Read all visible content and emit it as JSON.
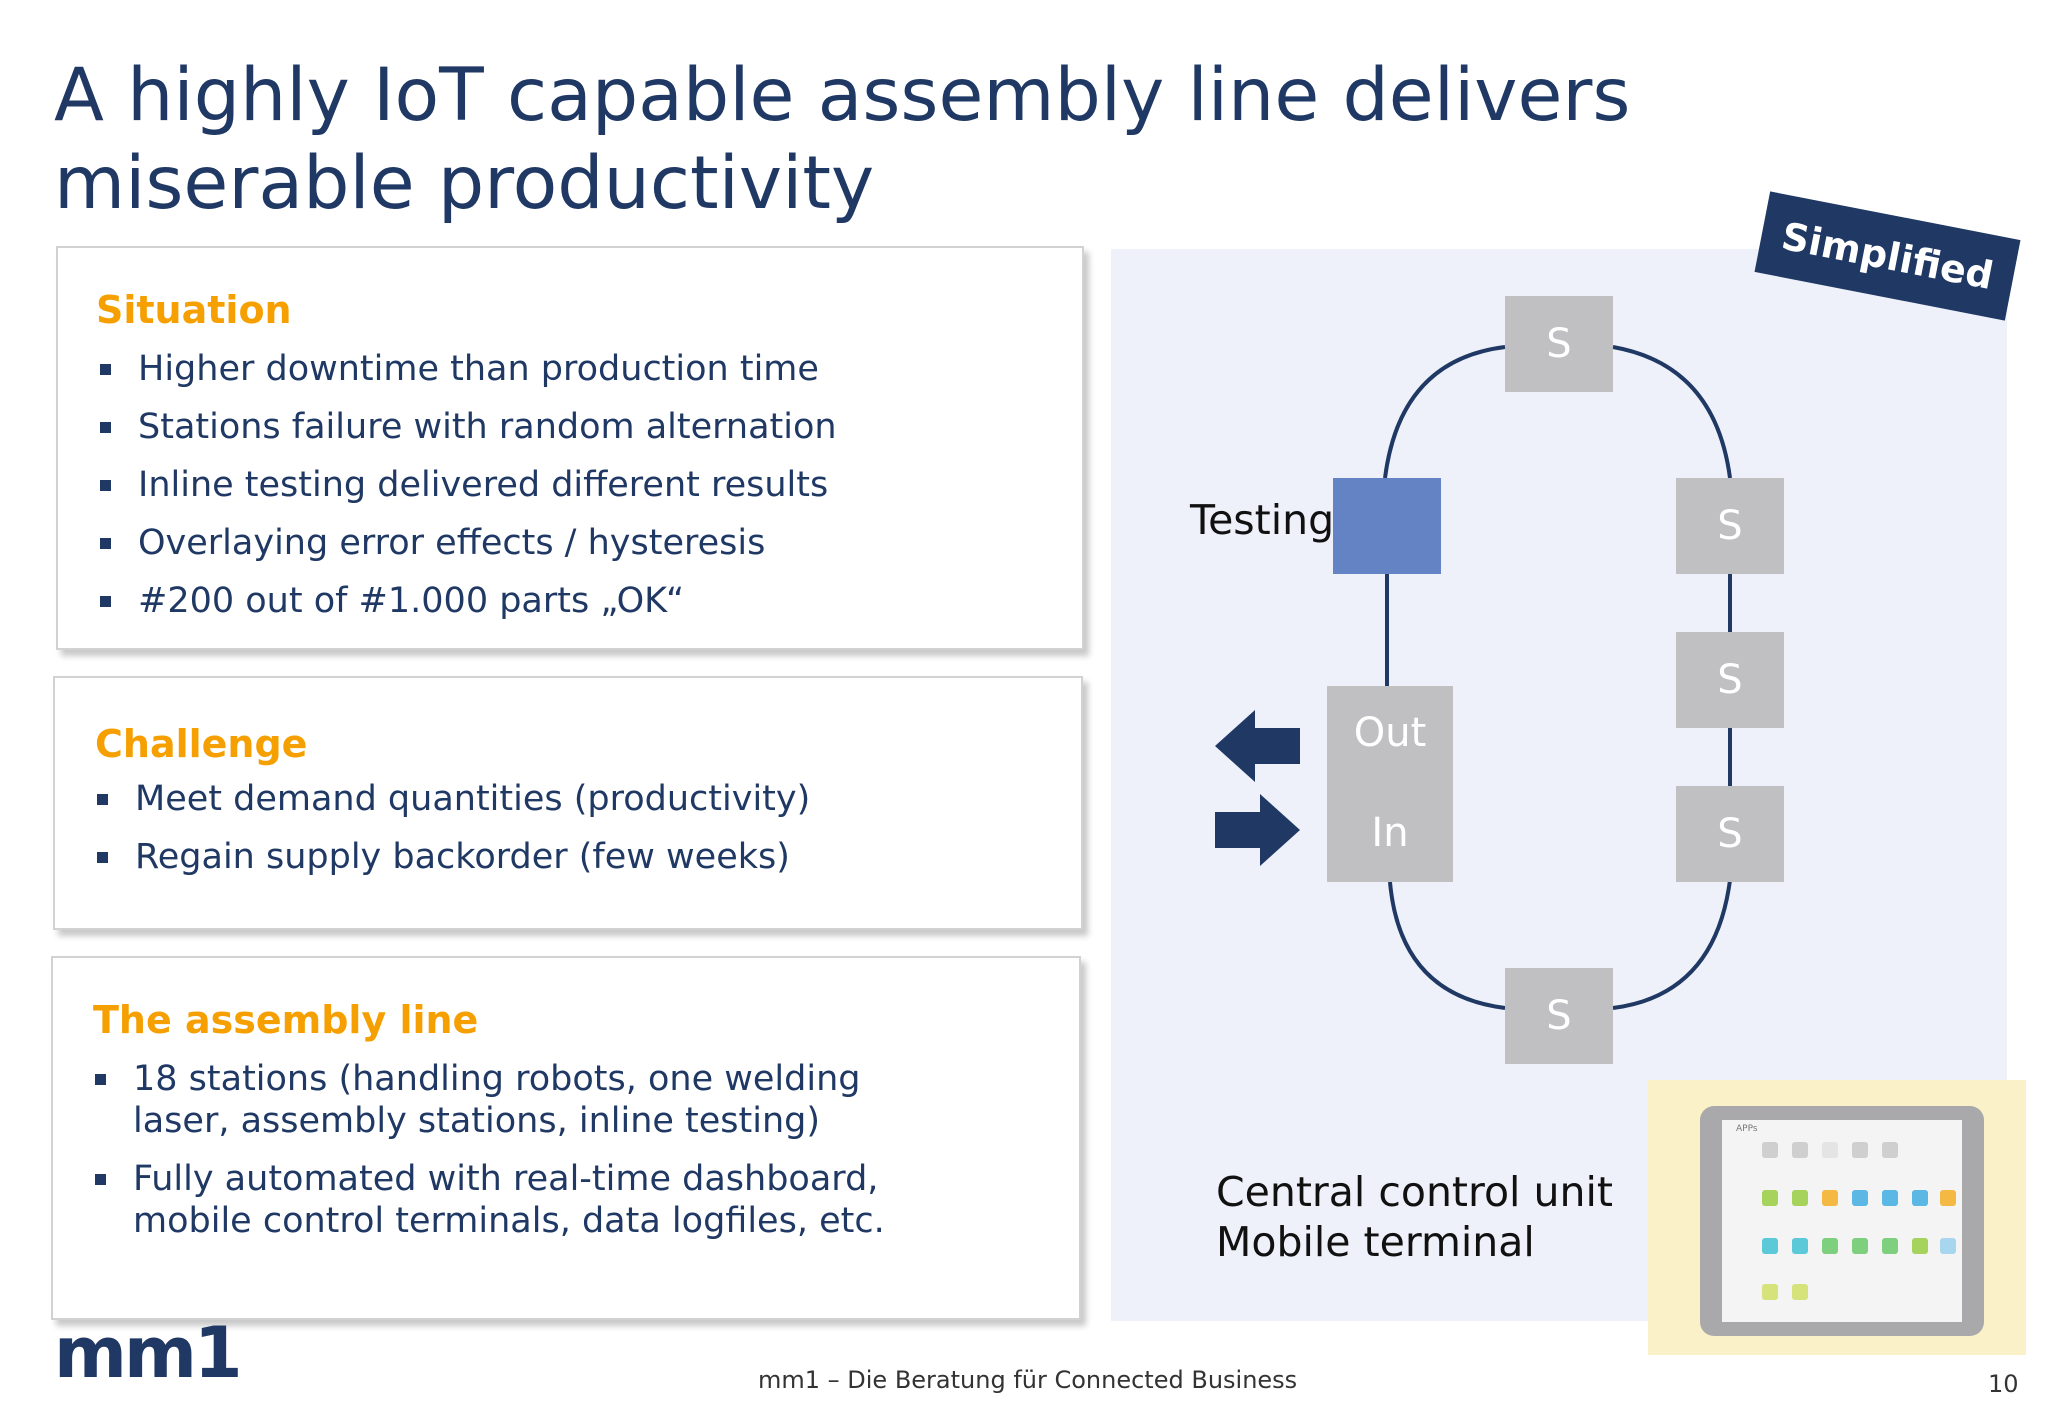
{
  "slide": {
    "title": "A highly IoT capable assembly line delivers miserable productivity"
  },
  "situation": {
    "heading": "Situation",
    "bullets": [
      "Higher downtime than production time",
      "Stations failure with random alternation",
      "Inline testing delivered different results",
      "Overlaying error effects / hysteresis",
      "#200 out of #1.000 parts „OK“"
    ]
  },
  "challenge": {
    "heading": "Challenge",
    "bullets": [
      "Meet demand quantities (productivity)",
      "Regain supply backorder (few weeks)"
    ]
  },
  "assembly": {
    "heading": "The assembly line",
    "bullets": [
      "18 stations (handling robots, one welding laser, assembly stations, inline testing)",
      "Fully automated with real-time dashboard, mobile control terminals, data logfiles, etc."
    ]
  },
  "diagram": {
    "stamp": "Simplified",
    "station_label": "S",
    "testing_label": "Testing",
    "out_label": "Out",
    "in_label": "In",
    "control_line1": "Central control unit",
    "control_line2": "Mobile terminal",
    "tablet_title": "APPs",
    "colors": {
      "loop": "#1f3864",
      "station": "#c0c0c2",
      "testing": "#6383c5",
      "stamp": "#1f3864",
      "accent": "#f5a000"
    }
  },
  "footer": {
    "logo": "mm1",
    "tagline": "mm1 – Die Beratung für Connected Business",
    "page": "10"
  }
}
